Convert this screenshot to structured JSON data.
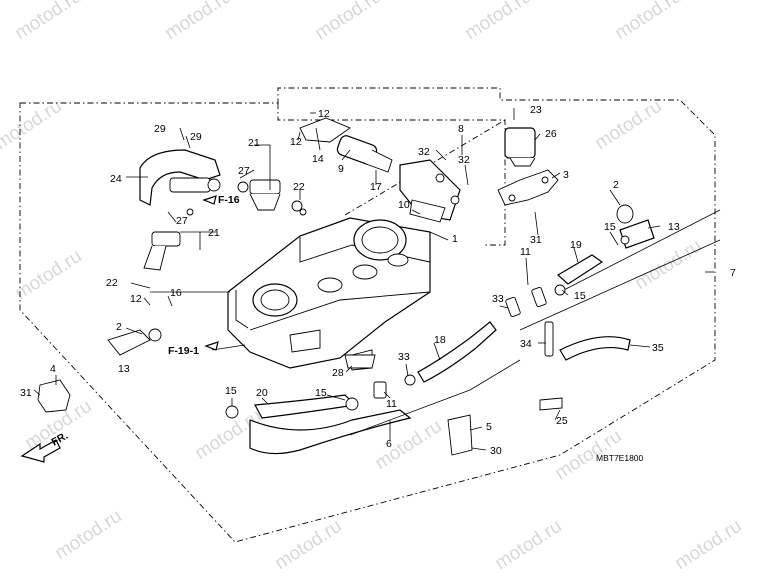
{
  "diagram": {
    "code": "MBT7E1800",
    "watermark": "motod.ru",
    "front_indicator": "FR.",
    "refs": [
      "F-16",
      "F-19-1"
    ],
    "callouts": {
      "c1": "1",
      "c2a": "2",
      "c2b": "2",
      "c3": "3",
      "c4": "4",
      "c5": "5",
      "c6": "6",
      "c7": "7",
      "c8": "8",
      "c9": "9",
      "c10": "10",
      "c11a": "11",
      "c11b": "11",
      "c12a": "12",
      "c12b": "12",
      "c12c": "12",
      "c13a": "13",
      "c13b": "13",
      "c14": "14",
      "c15a": "15",
      "c15b": "15",
      "c15c": "15",
      "c15d": "15",
      "c16": "16",
      "c17": "17",
      "c18": "18",
      "c19": "19",
      "c20": "20",
      "c21a": "21",
      "c21b": "21",
      "c22a": "22",
      "c22b": "22",
      "c23": "23",
      "c24": "24",
      "c25": "25",
      "c26": "26",
      "c27a": "27",
      "c27b": "27",
      "c28": "28",
      "c29a": "29",
      "c29b": "29",
      "c30": "30",
      "c31a": "31",
      "c31b": "31",
      "c32a": "32",
      "c32b": "32",
      "c33a": "33",
      "c33b": "33",
      "c34": "34",
      "c35": "35"
    }
  }
}
